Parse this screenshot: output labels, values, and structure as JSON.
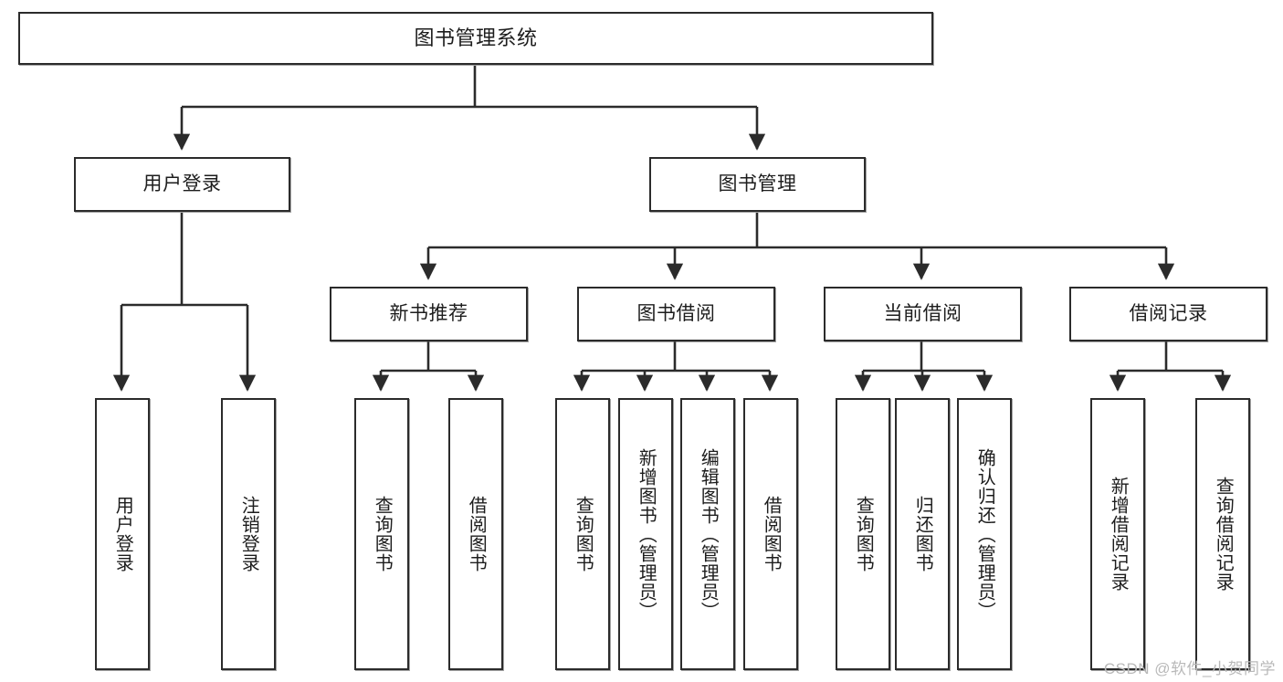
{
  "diagram": {
    "title": "图书管理系统",
    "type": "tree-hierarchy-chart",
    "watermark": "CSDN @软件_小贺同学",
    "colors": {
      "node_border": "#2b2b2b",
      "node_fill": "#ffffff",
      "edge": "#2b2b2b",
      "text": "#1d1d1d",
      "watermark": "#b9b9b9"
    }
  },
  "nodes": {
    "root": {
      "label": "图书管理系统"
    },
    "level2": [
      {
        "label": "用户登录"
      },
      {
        "label": "图书管理"
      }
    ],
    "level3": [
      {
        "label": "新书推荐"
      },
      {
        "label": "图书借阅"
      },
      {
        "label": "当前借阅"
      },
      {
        "label": "借阅记录"
      }
    ],
    "leaves": {
      "user_login": [
        {
          "label": "用户登录"
        },
        {
          "label": "注销登录"
        }
      ],
      "new_book_recommend": [
        {
          "label": "查询图书"
        },
        {
          "label": "借阅图书"
        }
      ],
      "book_borrow": [
        {
          "label": "查询图书"
        },
        {
          "label": "新增图书（管理员）"
        },
        {
          "label": "编辑图书（管理员）"
        },
        {
          "label": "借阅图书"
        }
      ],
      "current_borrow": [
        {
          "label": "查询图书"
        },
        {
          "label": "归还图书"
        },
        {
          "label": "确认归还（管理员）"
        }
      ],
      "borrow_record": [
        {
          "label": "新增借阅记录"
        },
        {
          "label": "查询借阅记录"
        }
      ]
    }
  }
}
